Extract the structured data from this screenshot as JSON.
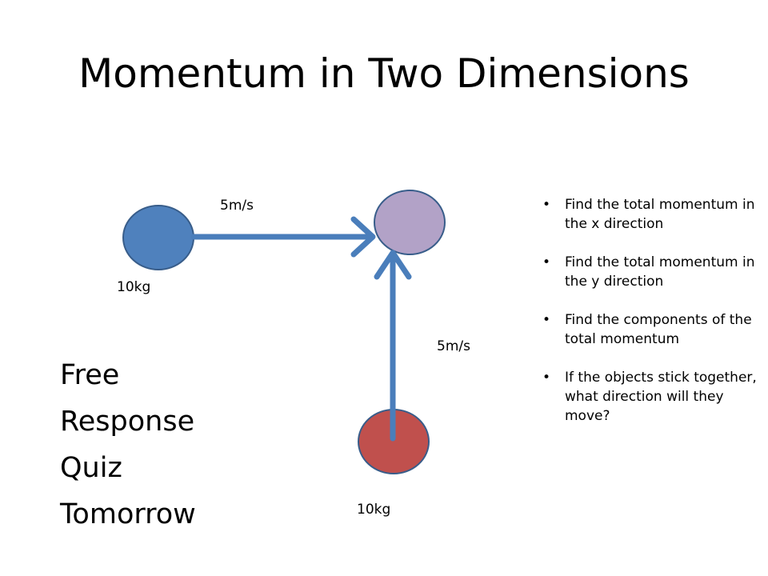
{
  "slide": {
    "title": "Momentum in Two Dimensions"
  },
  "diagram": {
    "object1": {
      "mass": "10kg",
      "velocity": "5m/s",
      "color": "#4f81bd"
    },
    "object2": {
      "mass": "10kg",
      "velocity": "5m/s",
      "color": "#c0504d"
    },
    "combined": {
      "color": "#b2a2c7"
    },
    "arrow_color": "#4a7ebb"
  },
  "quiz": {
    "lines": [
      "Free",
      "Response",
      "Quiz",
      "Tomorrow"
    ]
  },
  "tasks": {
    "bullet": "•",
    "items": [
      "Find the total momentum in the x direction",
      "Find the total momentum in the y direction",
      "Find the components of the total momentum",
      "If the objects stick together, what direction will they move?"
    ]
  }
}
